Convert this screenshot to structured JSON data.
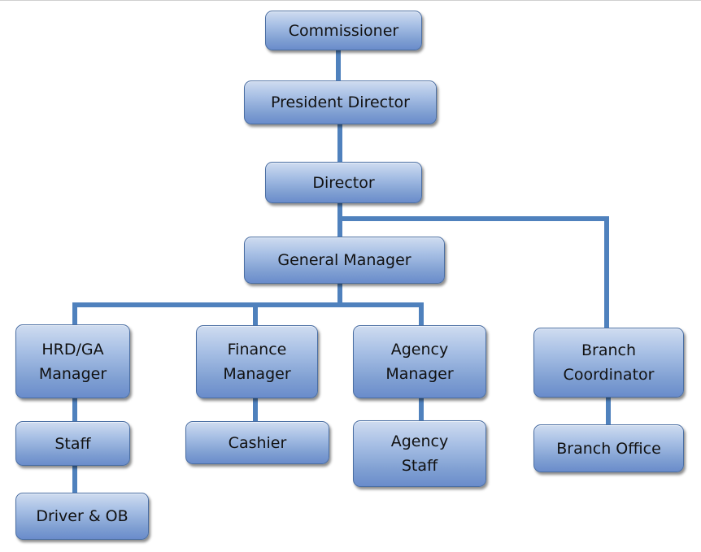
{
  "nodes": {
    "commissioner": "Commissioner",
    "president_director": "President Director",
    "director": "Director",
    "general_manager": "General Manager",
    "hrd_ga_manager": "HRD/GA\nManager",
    "finance_manager": "Finance\nManager",
    "agency_manager": "Agency\nManager",
    "branch_coordinator": "Branch\nCoordinator",
    "staff": "Staff",
    "cashier": "Cashier",
    "agency_staff": "Agency\nStaff",
    "branch_office": "Branch Office",
    "driver_ob": "Driver & OB"
  },
  "colors": {
    "connector": "#4f81bd",
    "node_border": "#4a6ea3",
    "node_fill_top": "#cfdcf0",
    "node_fill_bottom": "#6a8ccb"
  }
}
